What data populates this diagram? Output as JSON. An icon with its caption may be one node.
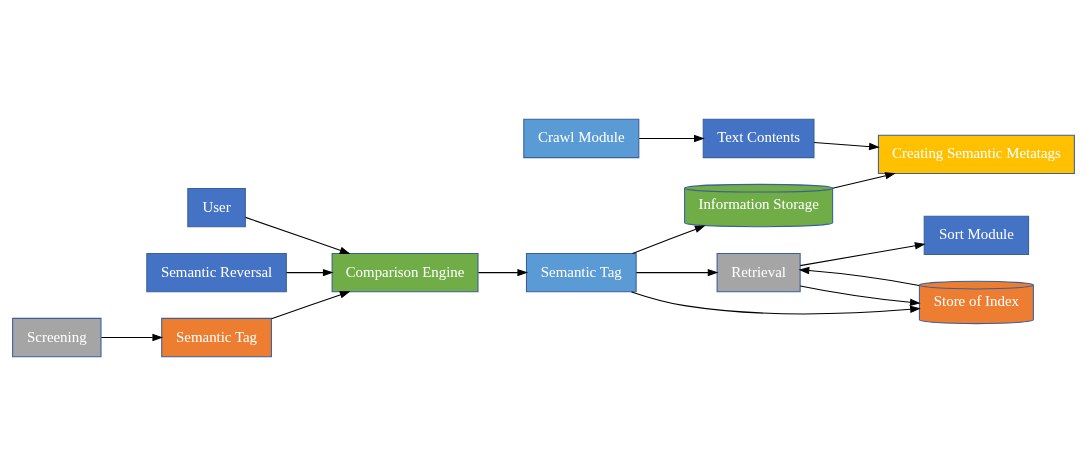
{
  "diagram": {
    "nodes": [
      {
        "text": [
          "Retrieval"
        ]
      },
      {
        "text": [
          "Sort Module"
        ]
      },
      {
        "text": [
          "Creating Semantic Metatags"
        ]
      },
      {
        "text": [
          "Store of Index"
        ]
      },
      {
        "text": [
          "Semantic Tag"
        ]
      },
      {
        "text": [
          "Information Storage"
        ]
      },
      {
        "text": [
          "Text Contents"
        ]
      },
      {
        "text": [
          "Comparison Engine"
        ]
      },
      {
        "text": [
          "User"
        ]
      },
      {
        "text": [
          "Semantic Reversal"
        ]
      },
      {
        "text": [
          "Crawl Module"
        ]
      },
      {
        "text": [
          "Semantic Tag"
        ]
      },
      {
        "text": [
          "Screening"
        ]
      }
    ],
    "edges": [
      {
        "from": 0,
        "to": 3,
        "arrow": "to"
      },
      {
        "from": 3,
        "to": 0,
        "arrow": "to"
      },
      {
        "from": 0,
        "to": 1,
        "arrow": "to"
      },
      {
        "from": 4,
        "to": 0,
        "arrow": "to"
      },
      {
        "from": 4,
        "to": 3,
        "arrow": "to"
      },
      {
        "from": 4,
        "to": 5,
        "arrow": "to"
      },
      {
        "from": 5,
        "to": 2,
        "arrow": "to"
      },
      {
        "from": 6,
        "to": 2,
        "arrow": "to"
      },
      {
        "from": 10,
        "to": 6,
        "arrow": "to"
      },
      {
        "from": 7,
        "to": 4,
        "arrow": "to"
      },
      {
        "from": 8,
        "to": 7,
        "arrow": "to"
      },
      {
        "from": 9,
        "to": 7,
        "arrow": "to"
      },
      {
        "from": 11,
        "to": 7,
        "arrow": "to"
      },
      {
        "from": 12,
        "to": 11,
        "arrow": "to"
      }
    ]
  }
}
